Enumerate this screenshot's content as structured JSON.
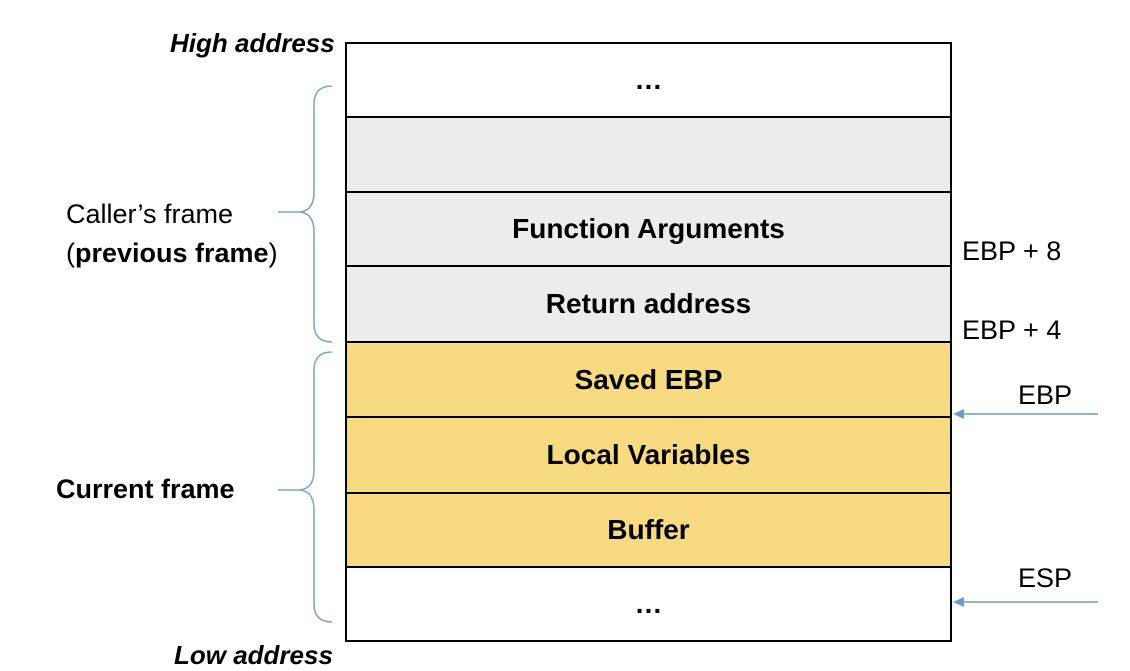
{
  "top_label": "High address",
  "bottom_label": "Low address",
  "cells": [
    {
      "label": "…",
      "color": "#ffffff"
    },
    {
      "label": "",
      "color": "#ececec"
    },
    {
      "label": "Function Arguments",
      "color": "#ececec"
    },
    {
      "label": "Return address",
      "color": "#ececec"
    },
    {
      "label": "Saved EBP",
      "color": "#f8da80"
    },
    {
      "label": "Local Variables",
      "color": "#f8da80"
    },
    {
      "label": "Buffer",
      "color": "#f8da80"
    },
    {
      "label": "…",
      "color": "#ffffff"
    }
  ],
  "callers_frame": {
    "line1": "Caller’s frame",
    "line2_open": "(",
    "line2_bold": "previous frame",
    "line2_close": ")"
  },
  "current_frame": "Current frame",
  "offsets": {
    "ebp_plus_8": "EBP + 8",
    "ebp_plus_4": "EBP + 4"
  },
  "pointers": {
    "ebp": "EBP",
    "esp": "ESP"
  },
  "colors": {
    "brace": "#7fa6d0",
    "arrow": "#6f99c9",
    "border": "#000000"
  }
}
